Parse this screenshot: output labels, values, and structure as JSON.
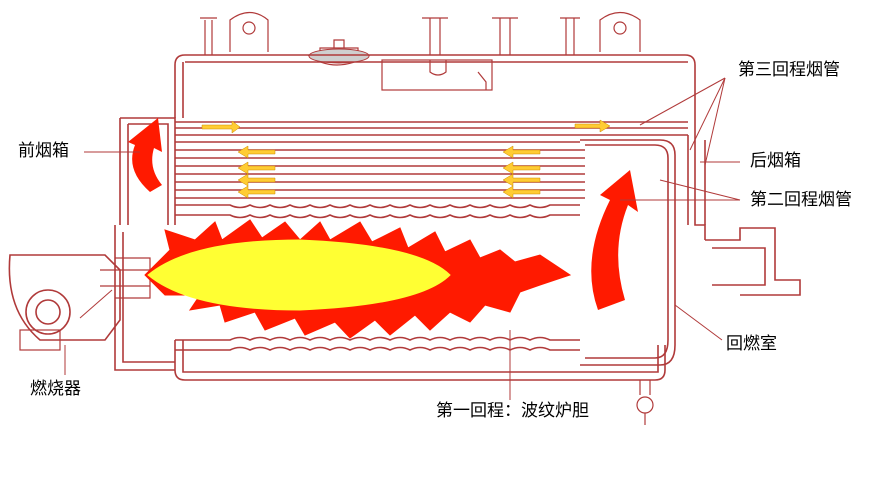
{
  "labels": {
    "third_pass_tubes": "第三回程烟管",
    "front_smoke_box": "前烟箱",
    "rear_smoke_box": "后烟箱",
    "second_pass_tubes": "第二回程烟管",
    "burner": "燃烧器",
    "reversal_chamber": "回燃室",
    "first_pass_furnace": "第一回程：波纹炉胆"
  },
  "colors": {
    "outline": "#b03a3a",
    "flame_outer": "#ff1a00",
    "flame_inner": "#ffff33",
    "flow_arrow": "#ffcc33"
  }
}
